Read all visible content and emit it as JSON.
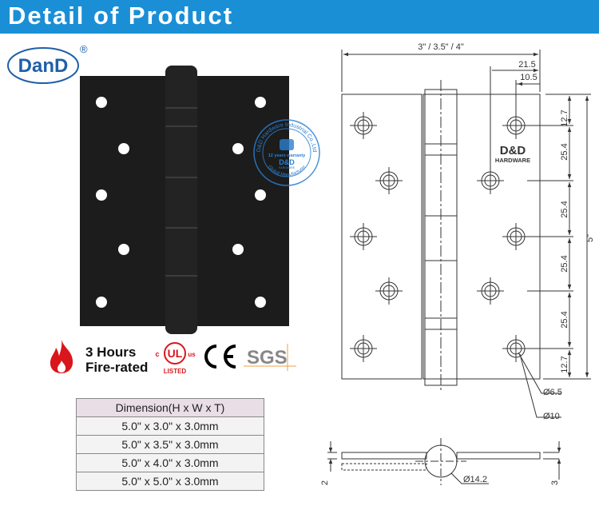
{
  "header": {
    "title": "Detail of Product",
    "color": "#1a8fd6"
  },
  "brand": {
    "logo_text": "DanD",
    "registered_mark": "®"
  },
  "stamp": {
    "ring_text": "D&D Hardware Industrial Co.,Ltd",
    "warranty": "12 years warranty",
    "mark": "D&D",
    "sub": "HARDWARE",
    "bottom_text": "Global Manufacturer"
  },
  "certifications": {
    "fire_line1": "3 Hours",
    "fire_line2": "Fire-rated",
    "ul_c": "c",
    "ul_mark": "UL",
    "ul_us": "us",
    "ul_listed": "LISTED",
    "ce": "CE",
    "sgs": "SGS"
  },
  "dimension_table": {
    "header": "Dimension(H x W x T)",
    "rows": [
      "5.0\" x 3.0\" x 3.0mm",
      "5.0\" x 3.5\" x 3.0mm",
      "5.0\" x 4.0\" x 3.0mm",
      "5.0\" x 5.0\" x 3.0mm"
    ]
  },
  "drawing": {
    "width_label": "3\" / 3.5\" / 4\"",
    "dim_21_5": "21.5",
    "dim_10_5": "10.5",
    "height_label": "5\"",
    "vertical_dims": [
      "12.7",
      "25.4",
      "25.4",
      "25.4",
      "25.4",
      "12.7"
    ],
    "hole_small": "Ø6.5",
    "hole_large": "Ø10",
    "knuckle_dia": "Ø14.2",
    "thickness_left": "2",
    "thickness_right": "3",
    "brand_mark": "D&D",
    "brand_sub": "HARDWARE"
  }
}
